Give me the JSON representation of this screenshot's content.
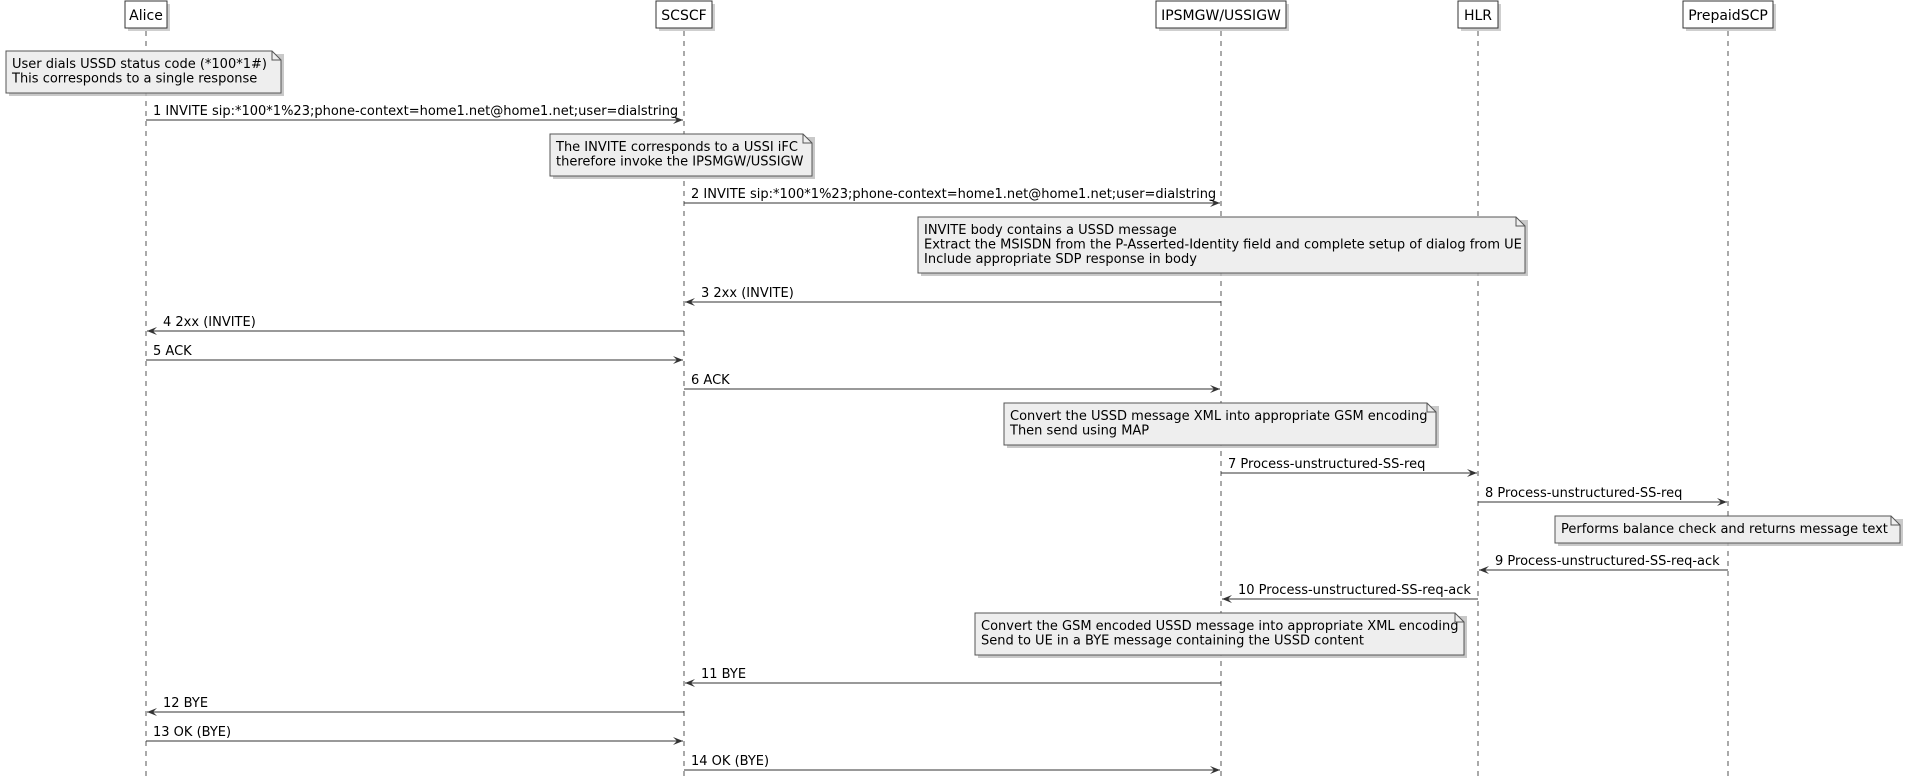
{
  "participants": [
    {
      "id": "alice",
      "label": "Alice"
    },
    {
      "id": "scscf",
      "label": "SCSCF"
    },
    {
      "id": "ipsmgw",
      "label": "IPSMGW/USSIGW"
    },
    {
      "id": "hlr",
      "label": "HLR"
    },
    {
      "id": "prepaid",
      "label": "PrepaidSCP"
    }
  ],
  "events": [
    {
      "kind": "note",
      "lines": [
        "User dials USSD status code (*100*1#)",
        "This corresponds to a single response"
      ]
    },
    {
      "kind": "msg",
      "from": "alice",
      "to": "scscf",
      "label": "1 INVITE sip:*100*1%23;phone-context=home1.net@home1.net;user=dialstring"
    },
    {
      "kind": "note",
      "lines": [
        "The INVITE corresponds to a USSI iFC",
        "therefore invoke the IPSMGW/USSIGW"
      ]
    },
    {
      "kind": "msg",
      "from": "scscf",
      "to": "ipsmgw",
      "label": "2 INVITE sip:*100*1%23;phone-context=home1.net@home1.net;user=dialstring"
    },
    {
      "kind": "note",
      "lines": [
        "INVITE body contains a USSD message",
        "Extract the MSISDN from the P-Asserted-Identity field and complete setup of dialog from UE",
        "Include appropriate SDP response in body"
      ]
    },
    {
      "kind": "msg",
      "from": "ipsmgw",
      "to": "scscf",
      "label": "3 2xx (INVITE)"
    },
    {
      "kind": "msg",
      "from": "scscf",
      "to": "alice",
      "label": "4 2xx (INVITE)"
    },
    {
      "kind": "msg",
      "from": "alice",
      "to": "scscf",
      "label": "5 ACK"
    },
    {
      "kind": "msg",
      "from": "scscf",
      "to": "ipsmgw",
      "label": "6 ACK"
    },
    {
      "kind": "note",
      "lines": [
        "Convert the USSD message XML into appropriate GSM encoding",
        "Then send using MAP"
      ]
    },
    {
      "kind": "msg",
      "from": "ipsmgw",
      "to": "hlr",
      "label": "7 Process-unstructured-SS-req"
    },
    {
      "kind": "msg",
      "from": "hlr",
      "to": "prepaid",
      "label": "8 Process-unstructured-SS-req"
    },
    {
      "kind": "note",
      "lines": [
        "Performs balance check and returns message text"
      ]
    },
    {
      "kind": "msg",
      "from": "prepaid",
      "to": "hlr",
      "label": "9 Process-unstructured-SS-req-ack"
    },
    {
      "kind": "msg",
      "from": "hlr",
      "to": "ipsmgw",
      "label": "10 Process-unstructured-SS-req-ack"
    },
    {
      "kind": "note",
      "lines": [
        "Convert the GSM encoded USSD message into appropriate XML encoding",
        "Send to UE in a BYE message containing the USSD content"
      ]
    },
    {
      "kind": "msg",
      "from": "ipsmgw",
      "to": "scscf",
      "label": "11 BYE"
    },
    {
      "kind": "msg",
      "from": "scscf",
      "to": "alice",
      "label": "12 BYE"
    },
    {
      "kind": "msg",
      "from": "alice",
      "to": "scscf",
      "label": "13 OK (BYE)"
    },
    {
      "kind": "msg",
      "from": "scscf",
      "to": "ipsmgw",
      "label": "14 OK (BYE)"
    }
  ]
}
